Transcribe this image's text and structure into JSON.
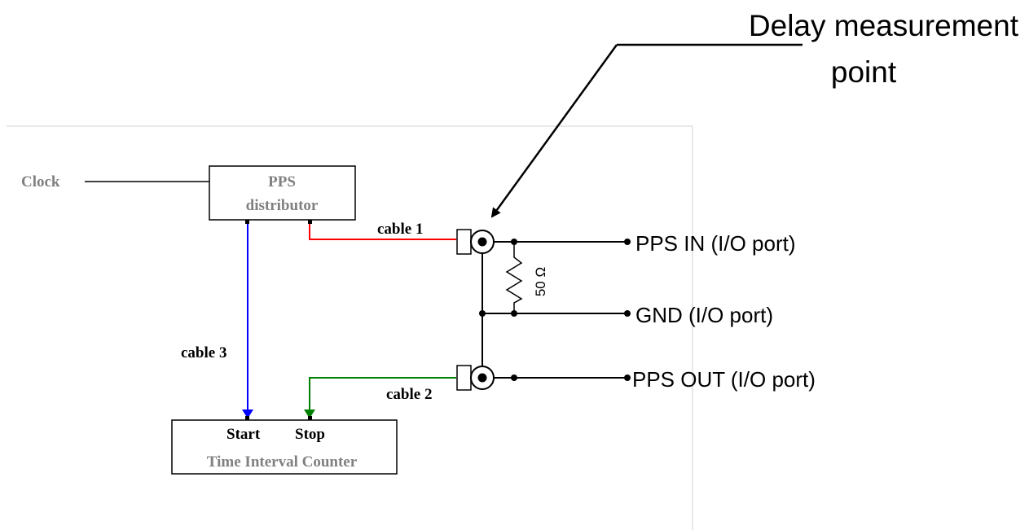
{
  "annotation": {
    "line1": "Delay measurement",
    "line2": "point"
  },
  "clock_label": "Clock",
  "pps_distributor": {
    "line1": "PPS",
    "line2": "distributor"
  },
  "cables": {
    "cable1": "cable 1",
    "cable2": "cable 2",
    "cable3": "cable 3"
  },
  "resistor_label": "50 Ω",
  "ports": {
    "pps_in": "PPS IN (I/O port)",
    "gnd": "GND (I/O port)",
    "pps_out": "PPS OUT (I/O port)"
  },
  "tic": {
    "start": "Start",
    "stop": "Stop",
    "name": "Time Interval Counter"
  },
  "colors": {
    "cable1": "#ff0000",
    "cable2": "#008000",
    "cable3": "#0000ff",
    "box_text": "#808080"
  }
}
